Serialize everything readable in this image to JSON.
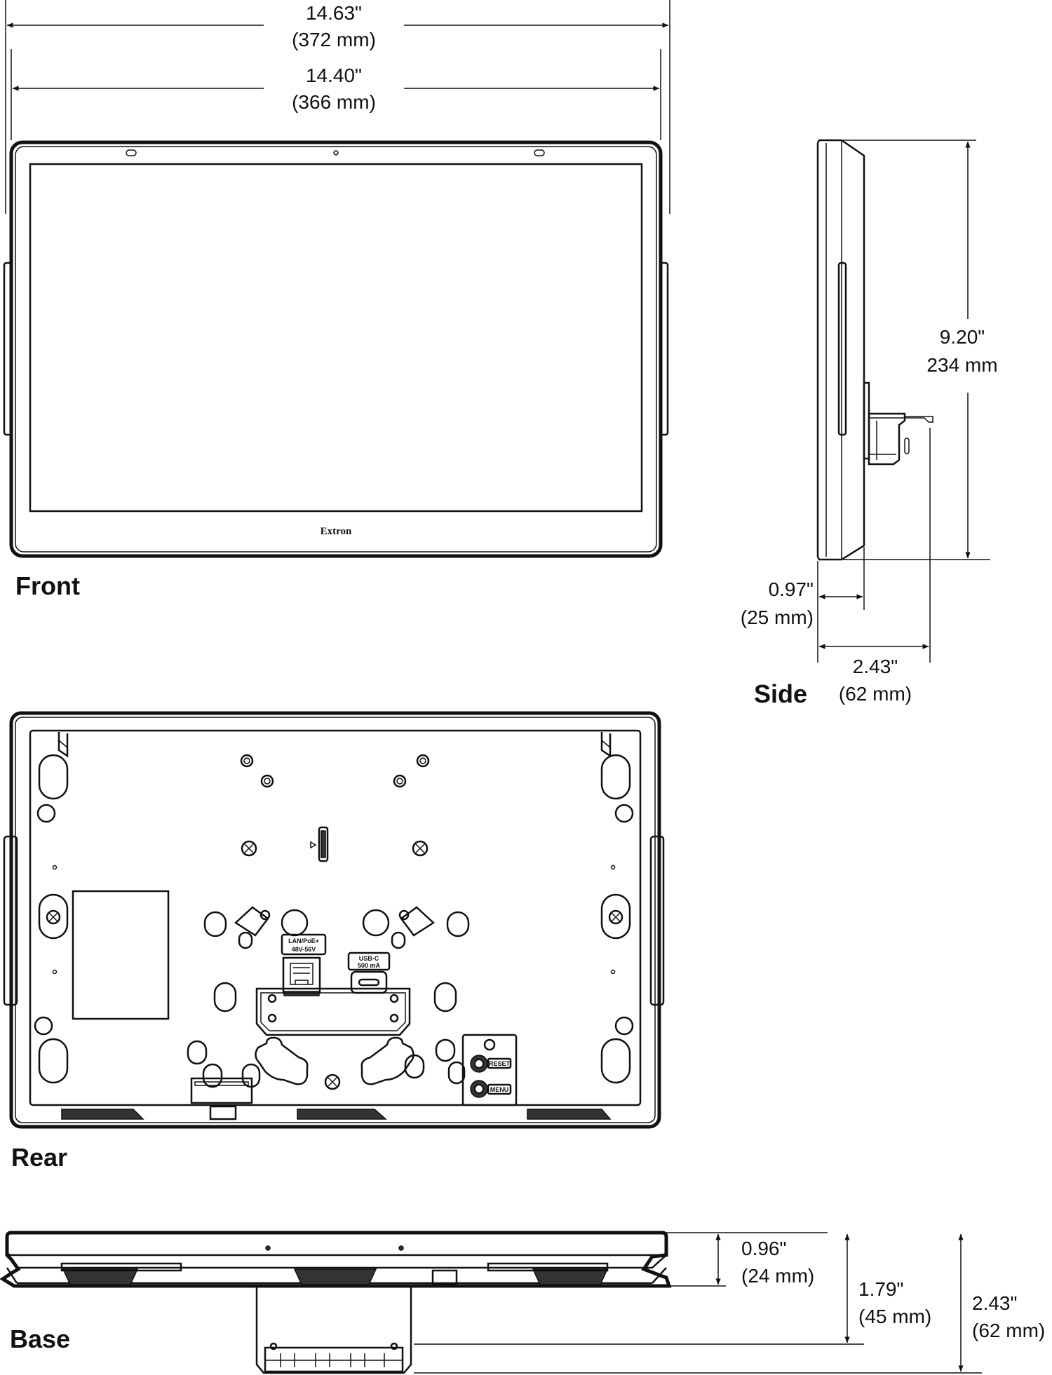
{
  "views": {
    "front": "Front",
    "side": "Side",
    "rear": "Rear",
    "base": "Base"
  },
  "dimensions": {
    "overall_width": {
      "in": "14.63\"",
      "mm": "(372 mm)"
    },
    "body_width": {
      "in": "14.40\"",
      "mm": "(366 mm)"
    },
    "height": {
      "in": "9.20\"",
      "mm": "234 mm"
    },
    "side_depth_front": {
      "in": "0.97\"",
      "mm": "(25 mm)"
    },
    "side_depth_total": {
      "in": "2.43\"",
      "mm": "(62 mm)"
    },
    "base_depth_1": {
      "in": "0.96\"",
      "mm": "(24 mm)"
    },
    "base_depth_2": {
      "in": "1.79\"",
      "mm": "(45 mm)"
    },
    "base_depth_3": {
      "in": "2.43\"",
      "mm": "(62 mm)"
    }
  },
  "front_panel": {
    "brand": "Extron"
  },
  "rear_panel": {
    "lan_port": {
      "label": "LAN/PoE+",
      "sublabel": "48V-56V"
    },
    "usb_port": {
      "label": "USB-C",
      "sublabel": "500 mA"
    },
    "buttons": {
      "reset": "RESET",
      "menu": "MENU"
    }
  }
}
